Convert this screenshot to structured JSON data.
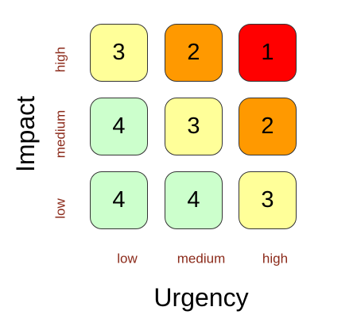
{
  "matrix": {
    "y_axis_title": "Impact",
    "x_axis_title": "Urgency",
    "label_color": "#8b2a1a",
    "y_labels": [
      "high",
      "medium",
      "low"
    ],
    "x_labels": [
      "low",
      "medium",
      "high"
    ],
    "colors": {
      "1": "#ff0000",
      "2": "#ff9900",
      "3": "#ffff99",
      "4": "#ccffcc"
    },
    "rows": [
      [
        3,
        2,
        1
      ],
      [
        4,
        3,
        2
      ],
      [
        4,
        4,
        3
      ]
    ]
  }
}
